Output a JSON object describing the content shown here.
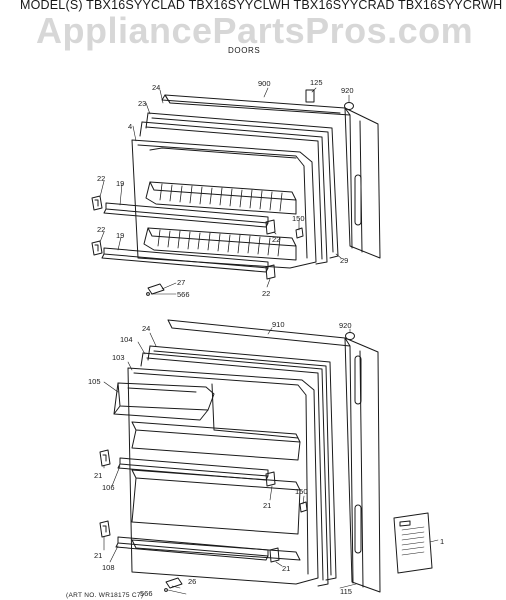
{
  "header": {
    "models": "MODEL(S) TBX16SYYCLAD  TBX16SYYCLWH  TBX16SYYCRAD  TBX16SYYCRWH",
    "watermark": "AppliancePartsPros.com",
    "section": "DOORS"
  },
  "footer": {
    "art_no": "(ART NO. WR18175 C7)"
  },
  "callouts": {
    "upper": {
      "c900": "900",
      "c125": "125",
      "c920": "920",
      "c24": "24",
      "c23": "23",
      "c4": "4",
      "c22a": "22",
      "c19a": "19",
      "c22b": "22",
      "c19b": "19",
      "c150": "150",
      "c22c": "22",
      "c29": "29",
      "c22d": "22",
      "c27": "27",
      "c566": "566"
    },
    "lower": {
      "c24": "24",
      "c910": "910",
      "c920": "920",
      "c104": "104",
      "c103": "103",
      "c105": "105",
      "c21a": "21",
      "c106": "106",
      "c150": "150",
      "c21b": "21",
      "c21c": "21",
      "c108": "108",
      "c21d": "21",
      "c1": "1",
      "c566": "566",
      "c26": "26",
      "c115": "115"
    }
  }
}
